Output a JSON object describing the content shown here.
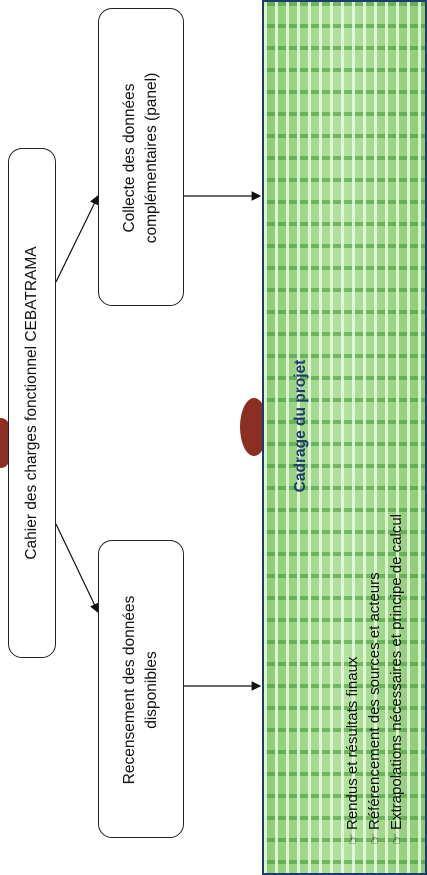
{
  "source_box": {
    "label": "Cahier des charges fonctionnel CEBATRAMA"
  },
  "branch_boxes": [
    {
      "label_lines": [
        "Recensement des données",
        "disponibles"
      ]
    },
    {
      "label_lines": [
        "Collecte des données",
        "complémentaires (panel)"
      ]
    }
  ],
  "panel": {
    "title": "Cadrage du projet",
    "bullet_icon": "hand-pointer-icon",
    "items": [
      "Rendus et résultats finaux",
      "Référencement des sources et acteurs",
      "Extrapolations nécessaires et principe de calcul"
    ]
  },
  "colors": {
    "panel_border": "#1f3a6e",
    "panel_fill": "#9fd68a",
    "title_text": "#1f3a6e",
    "accent_circle": "#8b2f22"
  }
}
